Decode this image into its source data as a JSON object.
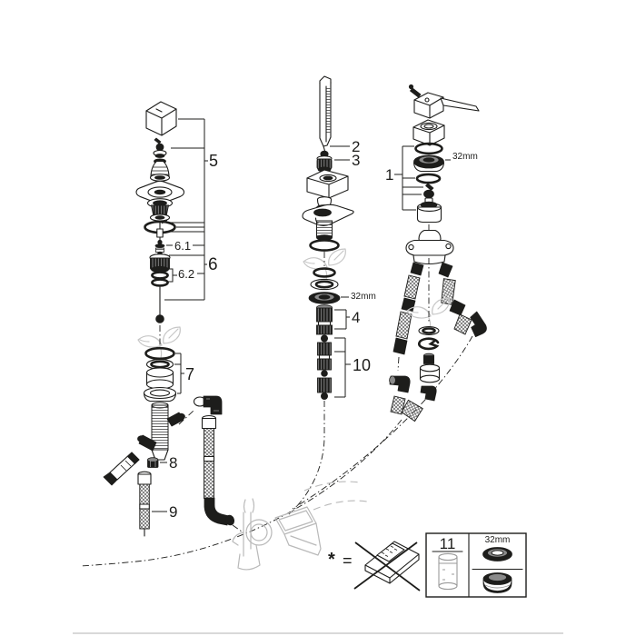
{
  "page": {
    "background": "#ffffff",
    "bottom_rule_color": "#d9d9d9"
  },
  "diagram": {
    "kind": "faucet-exploded-parts-diagram",
    "colors": {
      "line": "#1d1d1b",
      "dark_part_fill": "#1d1d1b",
      "ghost_outline": "#b9b9b9",
      "eco_leaf": "#c6c6c6"
    },
    "callouts": {
      "part_1": "1",
      "part_2": "2",
      "part_3": "3",
      "part_4": "4",
      "part_5": "5",
      "part_6": "6",
      "part_6_1": "6.1",
      "part_6_2": "6.2",
      "part_7": "7",
      "part_8": "8",
      "part_9": "9",
      "part_10": "10",
      "size_middle": "32mm",
      "size_right": "32mm"
    },
    "footnote": {
      "star": "*",
      "equals": "="
    },
    "legend": {
      "part_11": "11",
      "size": "32mm"
    },
    "icons": {
      "eco_leaf": "leaf-outline",
      "footnote_symbol": "crossed-plate"
    }
  }
}
